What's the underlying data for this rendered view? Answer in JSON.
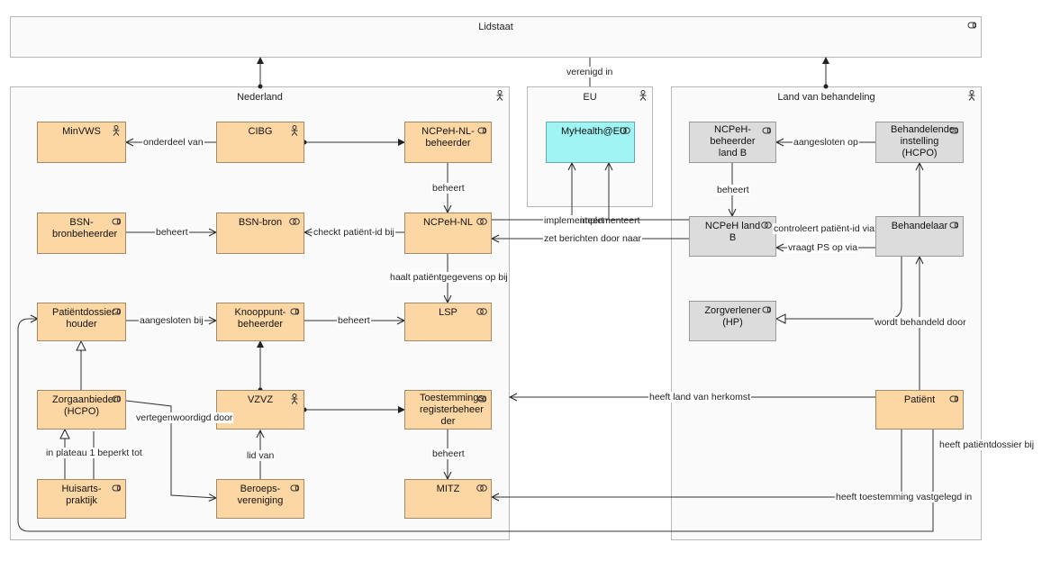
{
  "groups": {
    "lidstaat": "Lidstaat",
    "nederland": "Nederland",
    "eu": "EU",
    "land_behandeling": "Land van behandeling"
  },
  "elements": {
    "minvws": "MinVWS",
    "cibg": "CIBG",
    "ncpeh_nl_beheerder": "NCPeH-NL-beheerder",
    "bsn_bronbeheerder": "BSN-bronbeheerder",
    "bsn_bron": "BSN-bron",
    "ncpeh_nl": "NCPeH-NL",
    "patientdossierhouder": "Patiëntdossier-houder",
    "knooppuntbeheerder": "Knooppunt-beheerder",
    "lsp": "LSP",
    "zorgaanbieder": "Zorgaanbieder (HCPO)",
    "vzvz": "VZVZ",
    "toestemmingsregisterbeheerder": "Toestemmings registerbeheer der",
    "huisartspraktijk": "Huisarts-praktijk",
    "beroepsvereniging": "Beroeps-vereniging",
    "mitz": "MITZ",
    "myhealth": "MyHealth@EU",
    "ncpeh_beheerder_b": "NCPeH-beheerder land B",
    "behandelende_instelling": "Behandelende instelling (HCPO)",
    "ncpeh_land_b": "NCPeH land B",
    "behandelaar": "Behandelaar",
    "zorgverlener": "Zorgverlener (HP)",
    "patient": "Patiënt"
  },
  "relations": {
    "verenigd_in": "verenigd in",
    "onderdeel_van": "onderdeel van",
    "beheert_1": "beheert",
    "beheert_2": "beheert",
    "checkt": "checkt patiënt-id bij",
    "haalt": "haalt patiëntgegevens op bij",
    "aangesloten_bij": "aangesloten bij",
    "beheert_3": "beheert",
    "vertegenwoordigd": "vertegenwoordigd door",
    "lid_van": "lid van",
    "in_plateau": "in plateau 1 beperkt tot",
    "beheert_4": "beheert",
    "implementeert_1": "implementeert",
    "implementeert_2": "implementeert",
    "zet_berichten": "zet berichten door naar",
    "aangesloten_op": "aangesloten op",
    "beheert_5": "beheert",
    "controleert": "controleert patiënt-id via",
    "vraagt_ps": "vraagt PS op via",
    "wordt_behandeld": "wordt behandeld door",
    "heeft_land": "heeft land van herkomst",
    "heeft_dossier": "heeft patiëntdossier bij",
    "heeft_toestemming": "heeft toestemming vastgelegd in"
  },
  "colors": {
    "actor_fill": "#fdd7a3",
    "foreign_fill": "#dcdcdc",
    "eu_fill": "#9ff4f4",
    "group_fill": "#fafafa"
  }
}
